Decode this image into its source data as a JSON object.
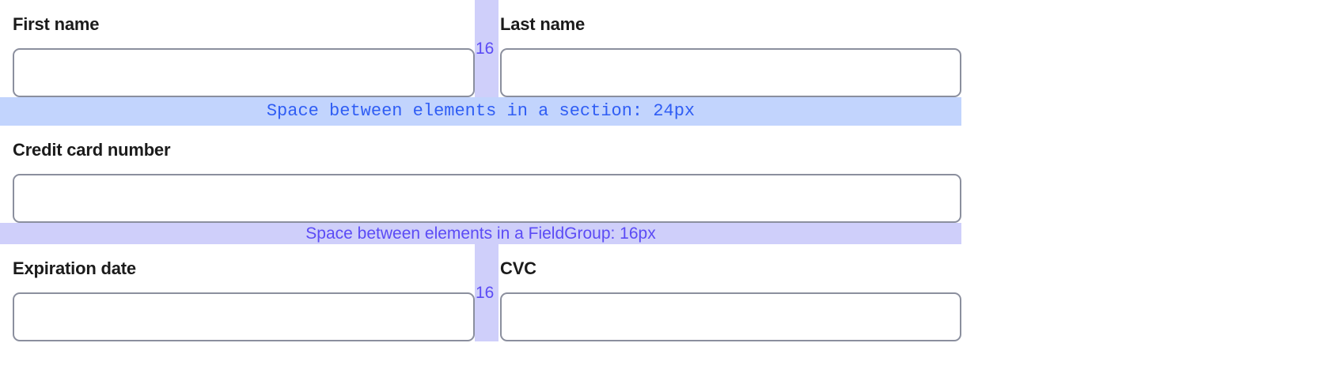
{
  "form": {
    "rows": [
      {
        "type": "pair",
        "left": {
          "label": "First name",
          "value": "",
          "placeholder": ""
        },
        "gap": {
          "label": "16"
        },
        "right": {
          "label": "Last name",
          "value": "",
          "placeholder": ""
        }
      },
      {
        "type": "single",
        "field": {
          "label": "Credit card number",
          "value": "",
          "placeholder": ""
        }
      },
      {
        "type": "pair",
        "left": {
          "label": "Expiration date",
          "value": "",
          "placeholder": ""
        },
        "gap": {
          "label": "16"
        },
        "right": {
          "label": "CVC",
          "value": "",
          "placeholder": ""
        }
      }
    ]
  },
  "annotations": {
    "section_gap": {
      "text": "Space between elements in a section: 24px",
      "bar_color": "#c2d4fd",
      "text_color": "#2f5df4",
      "value": 24,
      "unit": "px"
    },
    "fieldgroup_gap": {
      "text": "Space between elements in a FieldGroup: 16px",
      "bar_color": "#cfcffa",
      "text_color": "#5b4bf5",
      "value": 16,
      "unit": "px"
    },
    "column_gap": {
      "label": "16",
      "band_color": "#cfcffa",
      "text_color": "#5b4bf5",
      "value": 16,
      "unit": "px"
    }
  },
  "theme": {
    "background": "#ffffff",
    "label_color": "#1b1b1b",
    "input_border": "#8b8f9e",
    "input_background": "#ffffff"
  }
}
